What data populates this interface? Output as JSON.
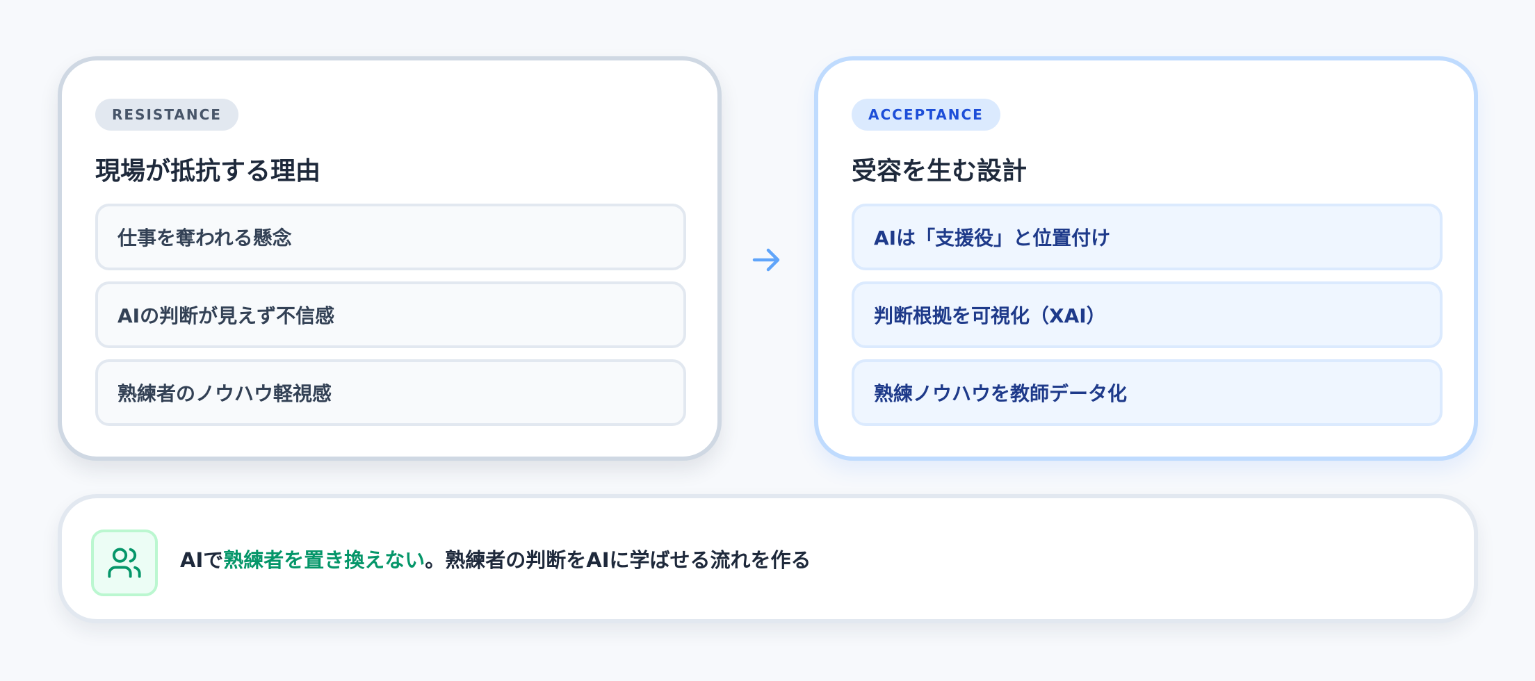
{
  "resistance": {
    "badge": "RESISTANCE",
    "title": "現場が抵抗する理由",
    "items": [
      {
        "label": "仕事を奪われる懸念"
      },
      {
        "label": "AIの判断が見えず不信感"
      },
      {
        "label": "熟練者のノウハウ軽視感"
      }
    ]
  },
  "arrow": {
    "icon": "arrow-right-icon",
    "color": "#60a5fa"
  },
  "acceptance": {
    "badge": "ACCEPTANCE",
    "title": "受容を生む設計",
    "items": [
      {
        "label": "AIは「支援役」と位置付け"
      },
      {
        "label": "判断根拠を可視化（XAI）"
      },
      {
        "label": "熟練ノウハウを教師データ化"
      }
    ]
  },
  "summary": {
    "icon": "users-icon",
    "prefix": "AIで",
    "highlight": "熟練者を置き換えない",
    "suffix": "。熟練者の判断をAIに学ばせる流れを作る",
    "highlight_color": "#059669"
  }
}
